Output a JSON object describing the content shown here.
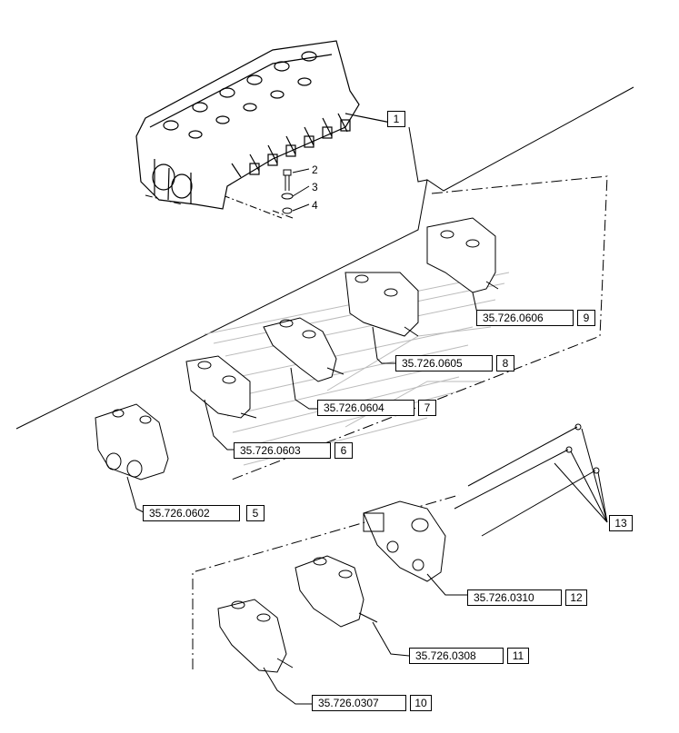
{
  "callouts": {
    "c1": "1",
    "c2": "2",
    "c3": "3",
    "c4": "4",
    "c13": "13"
  },
  "parts": [
    {
      "ref": "35.726.0606",
      "num": "9"
    },
    {
      "ref": "35.726.0605",
      "num": "8"
    },
    {
      "ref": "35.726.0604",
      "num": "7"
    },
    {
      "ref": "35.726.0603",
      "num": "6"
    },
    {
      "ref": "35.726.0602",
      "num": "5"
    },
    {
      "ref": "35.726.0310",
      "num": "12"
    },
    {
      "ref": "35.726.0308",
      "num": "11"
    },
    {
      "ref": "35.726.0307",
      "num": "10"
    }
  ]
}
